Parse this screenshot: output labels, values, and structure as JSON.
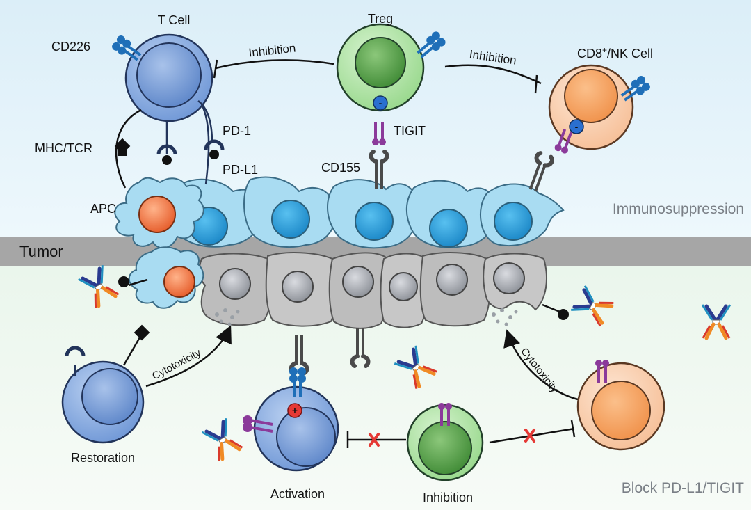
{
  "labels": {
    "t_cell": "T Cell",
    "treg": "Treg",
    "cd8_nk_prefix": "CD8",
    "cd8_nk_sup": "+",
    "cd8_nk_suffix": "/NK Cell",
    "cd226": "CD226",
    "inhibition_left": "Inhibition",
    "inhibition_right": "Inhibition",
    "pd1": "PD-1",
    "pdl1": "PD-L1",
    "mhc_tcr": "MHC/TCR",
    "tigit": "TIGIT",
    "cd155": "CD155",
    "apc": "APC",
    "tumor": "Tumor",
    "immunosuppression": "Immunosuppression",
    "cytotoxicity_left": "Cytotoxicity",
    "cytotoxicity_right": "Cytotoxicity",
    "restoration": "Restoration",
    "activation": "Activation",
    "inhibition_bottom": "Inhibition",
    "block": "Block PD-L1/TIGIT",
    "plus": "+",
    "minus": "-"
  },
  "colors": {
    "t_cell": "#7ea6e0",
    "treg": "#93d98a",
    "cd8_nk": "#f6b88a",
    "tumor_cell": "#bdbdbd",
    "tumor_nucleus": "#8a8d92",
    "blue_cell": "#a9dcf2",
    "blue_nucleus": "#2a9fd8",
    "apc_nucleus": "#f0703a",
    "tumor_band": "#a6a6a6",
    "tigit": "#8b3a9a",
    "cd155": "#555555",
    "receptor_blue": "#1f6fb8",
    "inhibit_x": "#e53935"
  }
}
